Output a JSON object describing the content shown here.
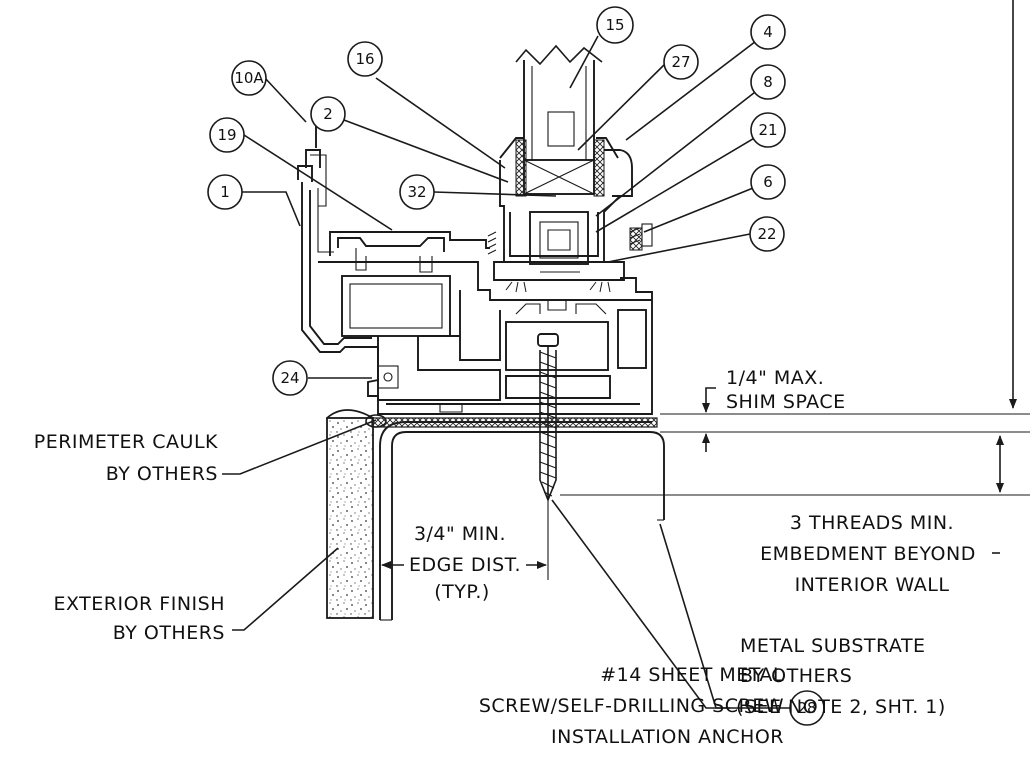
{
  "balloons": [
    {
      "id": "b15",
      "text": "15"
    },
    {
      "id": "b16",
      "text": "16"
    },
    {
      "id": "b27",
      "text": "27"
    },
    {
      "id": "b4",
      "text": "4"
    },
    {
      "id": "b10A",
      "text": "10A"
    },
    {
      "id": "b8",
      "text": "8"
    },
    {
      "id": "b2",
      "text": "2"
    },
    {
      "id": "b19",
      "text": "19"
    },
    {
      "id": "b21",
      "text": "21"
    },
    {
      "id": "b1",
      "text": "1"
    },
    {
      "id": "b32",
      "text": "32"
    },
    {
      "id": "b6",
      "text": "6"
    },
    {
      "id": "b22",
      "text": "22"
    },
    {
      "id": "b24",
      "text": "24"
    },
    {
      "id": "b28",
      "text": "28"
    }
  ],
  "notes": {
    "shim_line1": "1/4\" MAX.",
    "shim_line2": "SHIM SPACE",
    "caulk_line1": "PERIMETER CAULK",
    "caulk_line2": "BY OTHERS",
    "edge_line1": "3/4\" MIN.",
    "edge_line2": "EDGE DIST.",
    "edge_line3": "(TYP.)",
    "embed_line1": "3 THREADS MIN.",
    "embed_line2": "EMBEDMENT BEYOND",
    "embed_line3": "INTERIOR WALL",
    "finish_line1": "EXTERIOR FINISH",
    "finish_line2": "BY OTHERS",
    "substrate_line1": "METAL SUBSTRATE",
    "substrate_line2": "BY OTHERS",
    "substrate_line3": "(SEE NOTE 2, SHT. 1)",
    "screw_line1": "#14 SHEET METAL",
    "screw_line2": "SCREW/SELF-DRILLING SCREW",
    "screw_line3": "INSTALLATION ANCHOR"
  }
}
